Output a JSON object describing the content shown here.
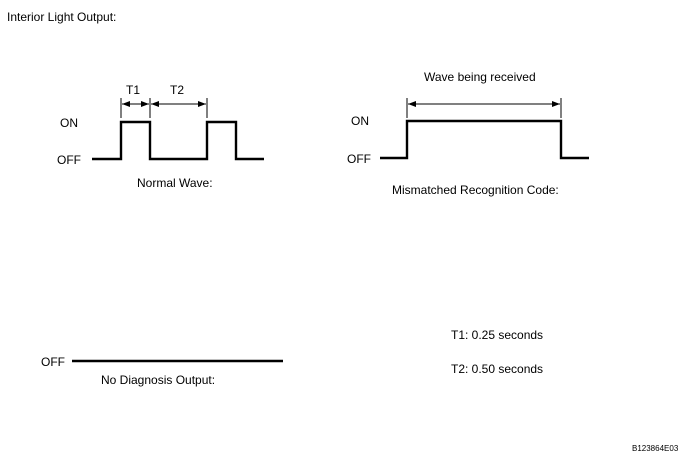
{
  "title": "Interior Light Output:",
  "normal_wave": {
    "on_label": "ON",
    "off_label": "OFF",
    "t1_label": "T1",
    "t2_label": "T2",
    "caption": "Normal Wave:"
  },
  "mismatch_wave": {
    "on_label": "ON",
    "off_label": "OFF",
    "span_label": "Wave being received",
    "caption": "Mismatched Recognition Code:"
  },
  "no_output": {
    "off_label": "OFF",
    "caption": "No Diagnosis Output:"
  },
  "timing_notes": [
    "T1: 0.25 seconds",
    "T2: 0.50 seconds"
  ],
  "figure_id": "B123864E03"
}
